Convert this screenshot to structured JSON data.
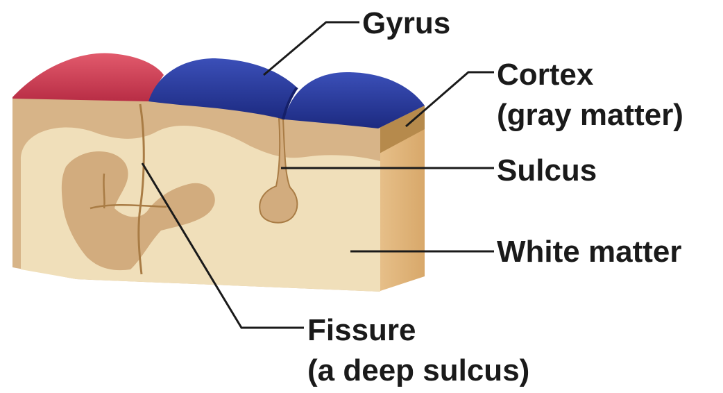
{
  "labels": {
    "gyrus": "Gyrus",
    "cortex_line1": "Cortex",
    "cortex_line2": "(gray matter)",
    "sulcus": "Sulcus",
    "white_matter": "White matter",
    "fissure_line1": "Fissure",
    "fissure_line2": "(a deep sulcus)"
  },
  "colors": {
    "gyrus_red": "#d9445a",
    "gyrus_blue": "#2a3ca0",
    "gray_matter": "#d7b488",
    "white_matter": "#f0dfba",
    "side_face": "#e1b57a",
    "leader_line": "#1a1a1a"
  }
}
